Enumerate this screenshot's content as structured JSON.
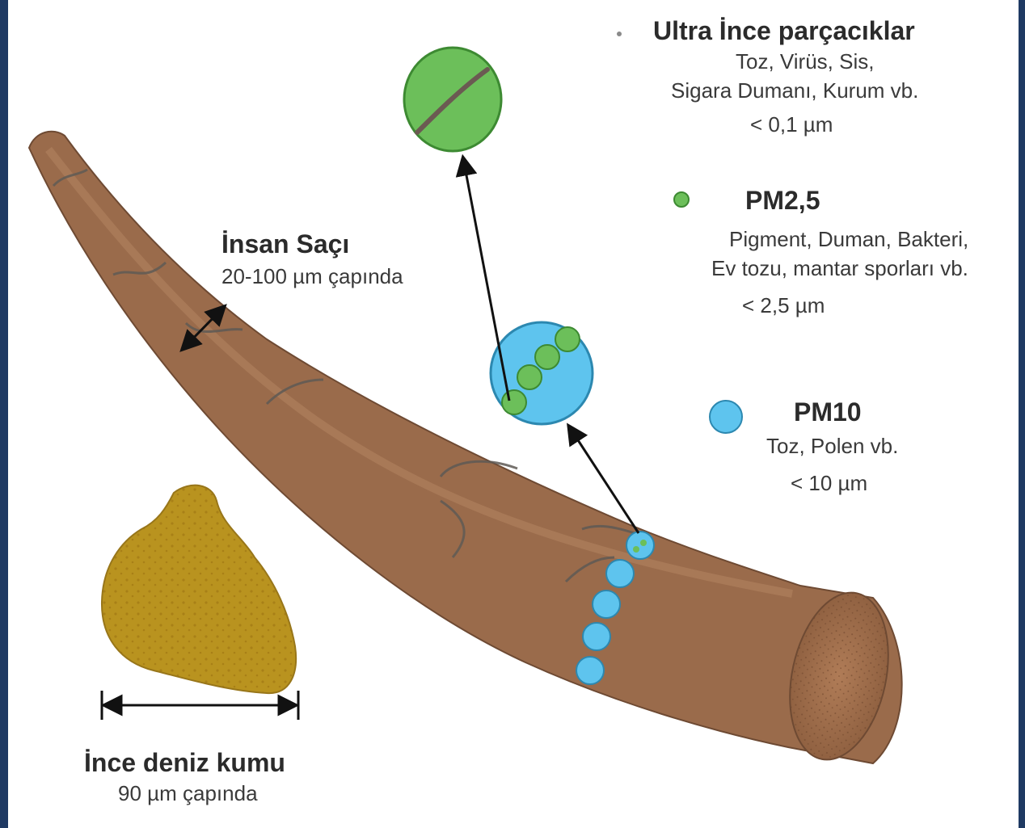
{
  "legend": {
    "ultra": {
      "title": "Ultra İnce parçacıklar",
      "line1": "Toz, Virüs, Sis,",
      "line2": "Sigara Dumanı, Kurum vb.",
      "size": "< 0,1 µm"
    },
    "pm25": {
      "title": "PM2,5",
      "line1": "Pigment, Duman, Bakteri,",
      "line2": "Ev tozu, mantar sporları vb.",
      "size": "< 2,5 µm"
    },
    "pm10": {
      "title": "PM10",
      "line1": "Toz, Polen  vb.",
      "size": "< 10 µm"
    }
  },
  "hair": {
    "title": "İnsan Saçı",
    "size": "20-100 µm çapında"
  },
  "sand": {
    "title": "İnce deniz kumu",
    "size": "90 µm çapında"
  },
  "colors": {
    "frame": "#1f3a63",
    "hair": "#9a6b4b",
    "sand": "#b9931f",
    "pm10_blue": "#5ec4ee",
    "pm25_green": "#6cbf5a",
    "ultra_gray": "#8a8a8a"
  }
}
